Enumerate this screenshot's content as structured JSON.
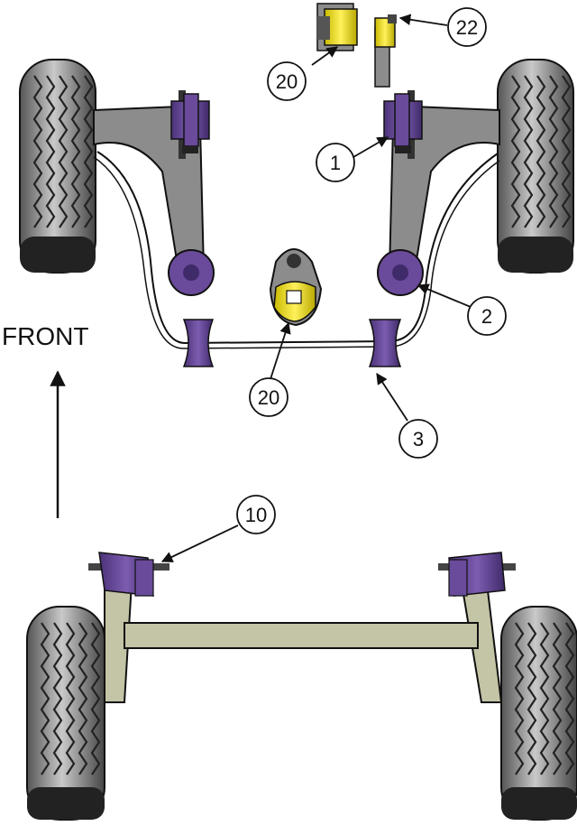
{
  "direction_label": "FRONT",
  "callouts": [
    {
      "id": "c20a",
      "label": "20"
    },
    {
      "id": "c22",
      "label": "22"
    },
    {
      "id": "c1",
      "label": "1"
    },
    {
      "id": "c2",
      "label": "2"
    },
    {
      "id": "c20b",
      "label": "20"
    },
    {
      "id": "c3",
      "label": "3"
    },
    {
      "id": "c10",
      "label": "10"
    }
  ],
  "colors": {
    "bush_purple": "#6a4a9a",
    "bush_dark": "#3f2a6a",
    "bush_yellow": "#f2e21c",
    "arm_grey": "#8c8c8c",
    "beam_khaki": "#c4c4a6",
    "tyre": "#2e2e2e",
    "outline": "#111111"
  },
  "icons": {
    "wheel": "tyre-tread-icon",
    "bush": "bush-icon",
    "arrow": "front-arrow-icon"
  }
}
